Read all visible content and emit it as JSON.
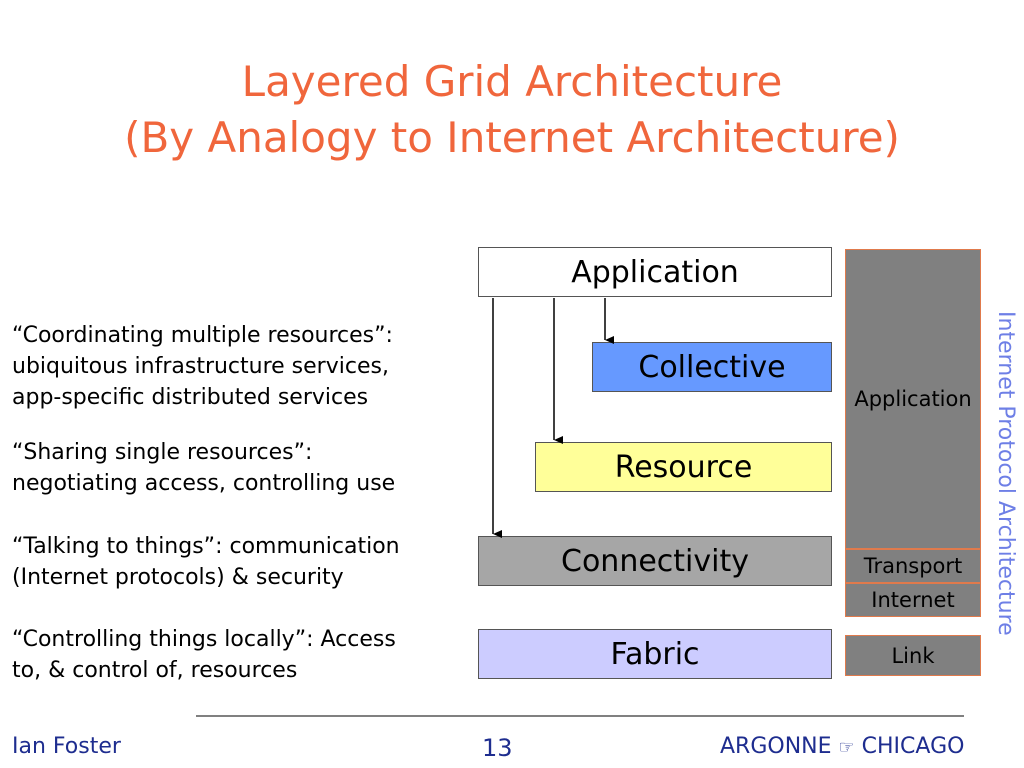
{
  "title": {
    "line1": "Layered Grid Architecture",
    "line2": "(By Analogy to Internet Architecture)"
  },
  "layers": [
    {
      "label": "Application",
      "color": "#ffffff"
    },
    {
      "label": "Collective",
      "color": "#6699ff"
    },
    {
      "label": "Resource",
      "color": "#ffff99"
    },
    {
      "label": "Connectivity",
      "color": "#a6a6a6"
    },
    {
      "label": "Fabric",
      "color": "#ccccff"
    }
  ],
  "descriptions": [
    {
      "lines": [
        "“Coordinating multiple resources”:",
        "ubiquitous infrastructure services,",
        "app-specific distributed services"
      ]
    },
    {
      "lines": [
        "“Sharing single resources”:",
        "negotiating access, controlling use"
      ]
    },
    {
      "lines": [
        "“Talking to things”: communication",
        "(Internet protocols) & security"
      ]
    },
    {
      "lines": [
        "“Controlling things locally”: Access",
        "to, & control of, resources"
      ]
    }
  ],
  "internet_protocol": {
    "label": "Internet Protocol Architecture",
    "blocks": [
      {
        "label": "Application"
      },
      {
        "label": "Transport"
      },
      {
        "label": "Internet"
      },
      {
        "label": "Link"
      }
    ],
    "block_color": "#808080",
    "border_color": "#e07a4c",
    "label_color": "#6e7fe6"
  },
  "footer": {
    "author": "Ian Foster",
    "page": "13",
    "org_left": "ARGONNE",
    "org_icon": "pointing-hand-icon",
    "org_right": "CHICAGO"
  },
  "colors": {
    "title": "#f0663c",
    "footer_text": "#1e2d8f"
  }
}
